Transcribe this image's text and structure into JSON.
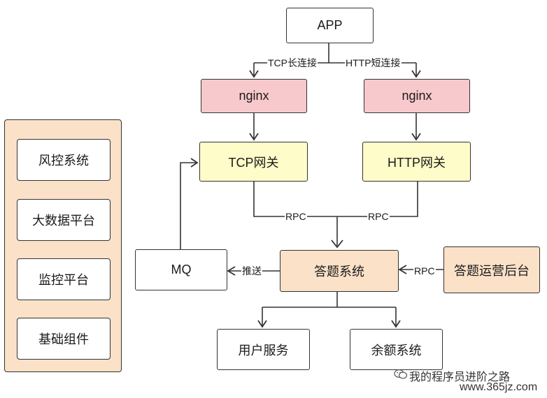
{
  "nodes": {
    "app": "APP",
    "nginx_left": "nginx",
    "nginx_right": "nginx",
    "tcp_gateway": "TCP网关",
    "http_gateway": "HTTP网关",
    "mq": "MQ",
    "quiz_system": "答题系统",
    "quiz_ops": "答题运营后台",
    "user_service": "用户服务",
    "balance_system": "余额系统"
  },
  "edge_labels": {
    "tcp_long": "TCP长连接",
    "http_short": "HTTP短连接",
    "rpc_left": "RPC",
    "rpc_right": "RPC",
    "push": "推送",
    "rpc_ops": "RPC"
  },
  "side_panel": {
    "items": [
      "风控系统",
      "大数据平台",
      "监控平台",
      "基础组件"
    ]
  },
  "watermark": {
    "line1": "我的程序员进阶之路",
    "line2": "www.365jz.com"
  },
  "colors": {
    "white": "#ffffff",
    "nginx": "#f8c9cc",
    "gateway": "#fefcc8",
    "core": "#fbe1c8",
    "stroke": "#333333"
  }
}
